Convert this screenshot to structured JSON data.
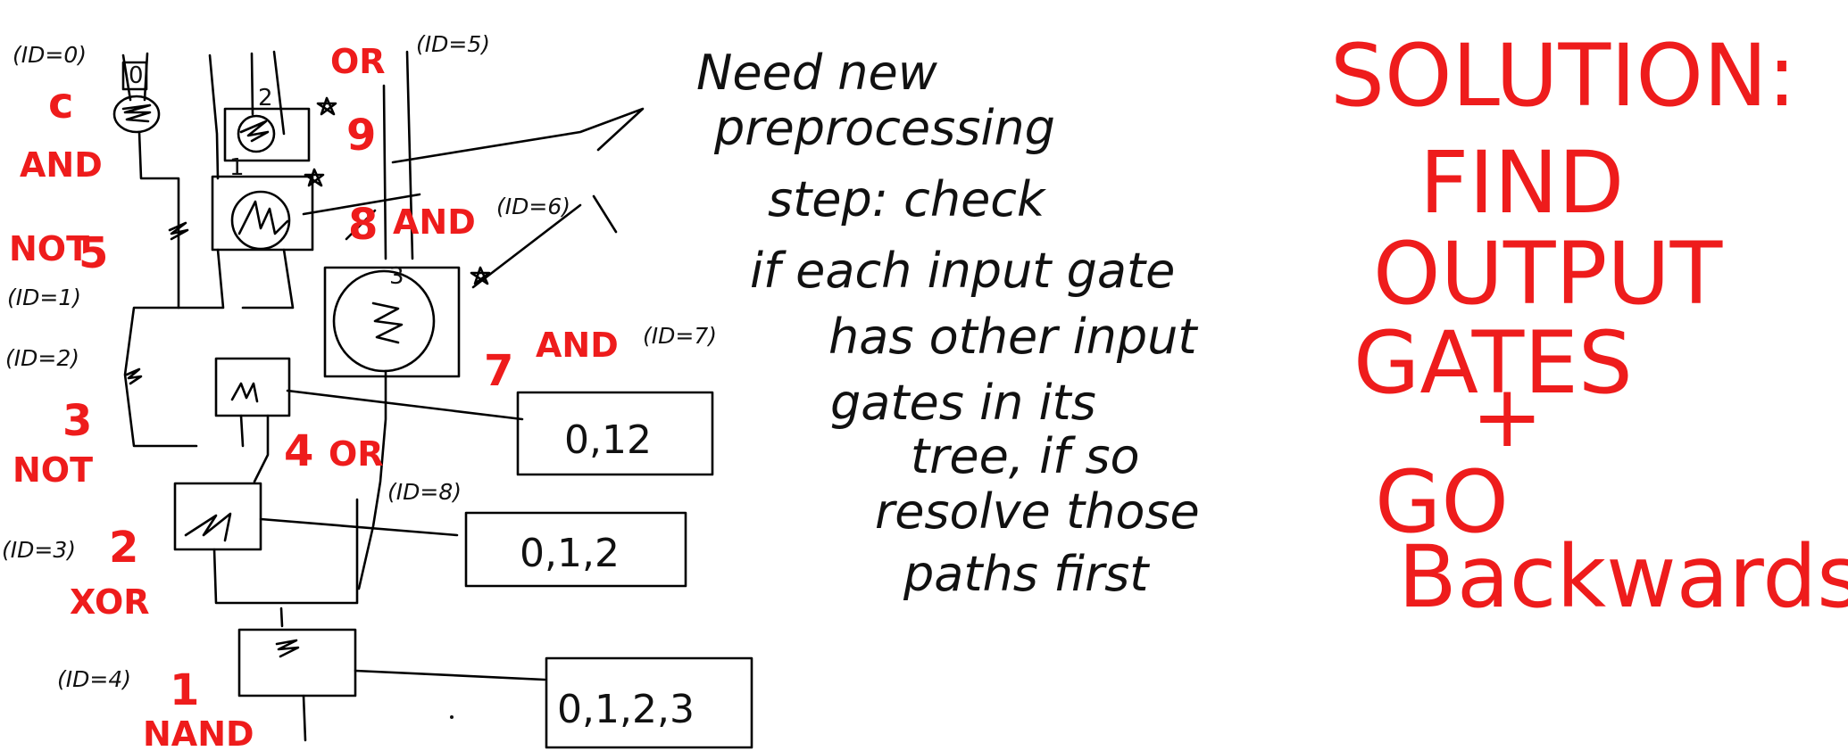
{
  "gate_ids": [
    "(ID=0)",
    "(ID=1)",
    "(ID=2)",
    "(ID=3)",
    "(ID=4)",
    "(ID=5)",
    "(ID=6)",
    "(ID=7)",
    "(ID=8)"
  ],
  "gate_types": [
    "AND",
    "NOT",
    "NOT",
    "XOR",
    "NAND",
    "OR",
    "AND",
    "AND",
    "OR"
  ],
  "gate_numbers": [
    "c",
    "5",
    "3",
    "2",
    "1",
    "9",
    "8",
    "7",
    "4"
  ],
  "small_digits": [
    "0",
    "2",
    "1",
    "3"
  ],
  "output_boxes": [
    "0,12",
    "0,1,2",
    "0,1,2,3"
  ],
  "note_lines": [
    "Need new",
    "preprocessing",
    "step: check",
    "if each input gate",
    "has other input",
    "gates in its",
    "tree, if so",
    "resolve those",
    "paths first"
  ],
  "solution_lines": [
    "SOLUTION:",
    "FIND",
    "OUTPUT",
    "GATES",
    "+",
    "GO",
    "Backwards"
  ]
}
